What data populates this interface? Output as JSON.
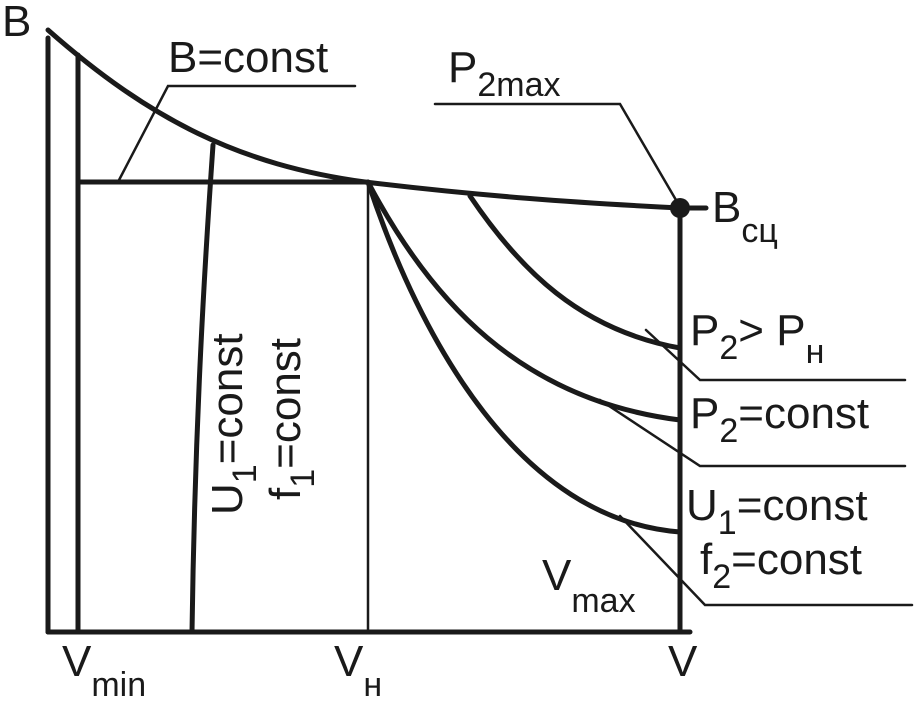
{
  "axis": {
    "y_label": "B",
    "x_label": "V"
  },
  "ticks": {
    "vmin": {
      "main": "V",
      "sub": "min"
    },
    "vn": {
      "main": "V",
      "sub": "н"
    }
  },
  "labels": {
    "b_const": "B=const",
    "p2max": {
      "main": "P",
      "sub": "2max"
    },
    "bsc": {
      "main": "B",
      "sub": "сц"
    },
    "p2_gt_pn": {
      "p": "P",
      "s1": "2",
      "mid": "> P",
      "s2": "н"
    },
    "p2_const": {
      "p": "P",
      "s1": "2",
      "rest": "=const"
    },
    "u1_const_right": {
      "p": "U",
      "s1": "1",
      "rest": "=const"
    },
    "f2_const": {
      "p": "f",
      "s1": "2",
      "rest": "=const"
    },
    "vmax": {
      "main": "V",
      "sub": "max"
    },
    "u1_const_vertical": {
      "p": "U",
      "s1": "1",
      "rest": "=const"
    },
    "f1_const_vertical": {
      "p": "f",
      "s1": "1",
      "rest": "=const"
    }
  },
  "colors": {
    "ink": "#1a1a1a",
    "background": "#ffffff"
  }
}
